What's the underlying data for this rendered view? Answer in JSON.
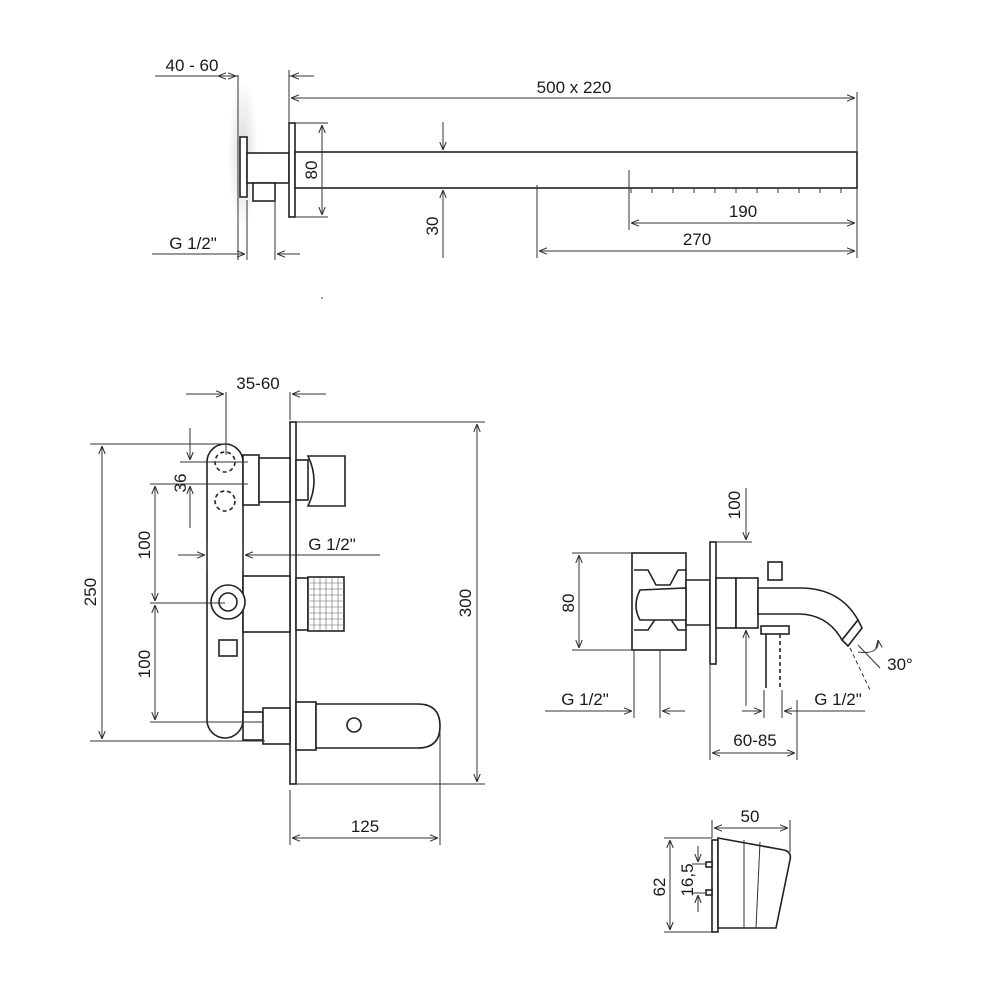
{
  "drawing": {
    "shower_arm": {
      "wall_depth": "40 - 60",
      "arm_length": "500 x 220",
      "arm_height": "80",
      "head_thickness": "30",
      "spray_area": "190",
      "spray_offset": "270",
      "connection": "G 1/2\""
    },
    "mixer_body": {
      "depth": "35-60",
      "spacing_small": "36",
      "spacing_mid": "100",
      "spacing_low": "100",
      "overall_height": "250",
      "plate_height": "300",
      "handle_length": "125",
      "connection": "G 1/2\""
    },
    "spout": {
      "top_offset": "100",
      "height": "80",
      "projection": "60-85",
      "angle": "30°",
      "connection_left": "G 1/2\"",
      "connection_right": "G 1/2\""
    },
    "holder": {
      "width": "50",
      "height": "62",
      "hole_spacing": "16,5"
    }
  }
}
